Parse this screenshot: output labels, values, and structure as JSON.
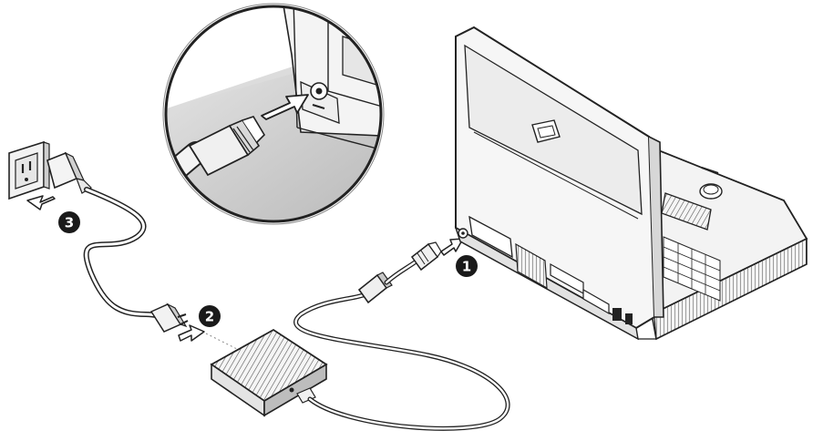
{
  "callouts": [
    {
      "number": "1"
    },
    {
      "number": "2"
    },
    {
      "number": "3"
    }
  ],
  "colors": {
    "line": "#222222",
    "fill_light": "#f2f2f2",
    "fill_mid": "#d6d6d6",
    "fill_dark": "#8a8a8a",
    "badge": "#1a1a1a",
    "badge_text": "#ffffff"
  },
  "icons": [
    "wall-outlet-icon",
    "ac-adapter-icon",
    "laptop-icon",
    "dc-plug-icon",
    "direction-arrow-icon"
  ]
}
